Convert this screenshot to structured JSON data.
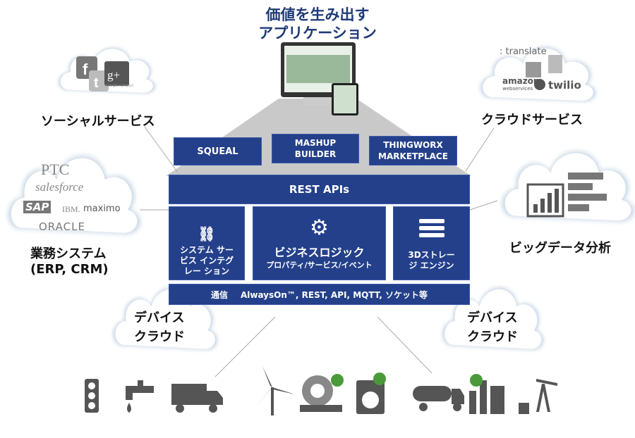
{
  "title": {
    "line1": "価値を生み出す",
    "line2": "アプリケーション"
  },
  "top_boxes": {
    "squeal": "SQUEAL",
    "mashup": "MASHUP BUILDER",
    "thingworx": "THINGWORX MARKETPLACE"
  },
  "rest": "REST APIs",
  "modules": {
    "integration": "システム サービス インテグレー ション",
    "logic_title": "ビジネスロジック",
    "logic_sub": "プロパティ/サービス/イベント",
    "storage": "3Dストレージ エンジン"
  },
  "comm_bar": {
    "label": "通信",
    "protocols": "AlwaysOn™, REST, API, MQTT, ソケット等"
  },
  "labels": {
    "social": "ソーシャルサービス",
    "business_1": "業務システム",
    "business_2": "(ERP, CRM)",
    "cloud_services": "クラウドサービス",
    "big_data": "ビッグデータ分析",
    "device_cloud_1": "デバイス",
    "device_cloud_2": "クラウド"
  },
  "logos": {
    "ptc": "PTC",
    "salesforce": "salesforce",
    "sap": "SAP",
    "ibm": "IBM.",
    "maximo": "maximo",
    "oracle": "ORACLE",
    "translate": ": translate",
    "amazon": "amazon",
    "aws": "webservices",
    "twilio": "twilio",
    "google": "Google+project"
  },
  "colors": {
    "primary": "#24408a",
    "title": "#1f3a78",
    "gray": "#c9c9c9"
  }
}
